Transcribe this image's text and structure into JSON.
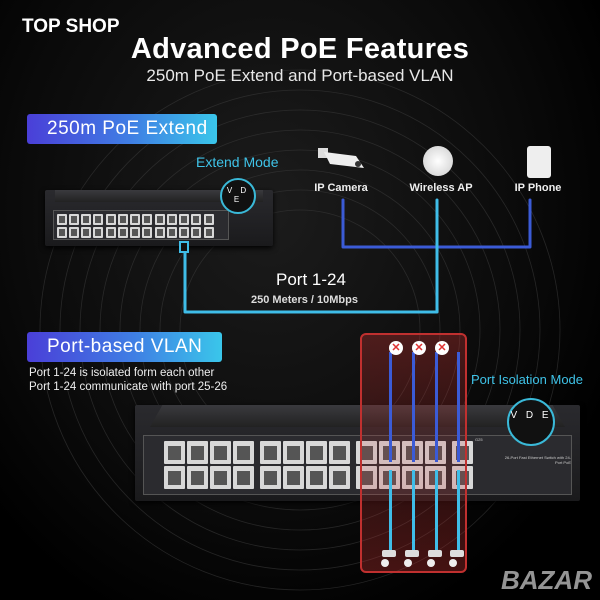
{
  "brand": {
    "shop_name": "TOP SHOP",
    "watermark": "BAZAR"
  },
  "header": {
    "title": "Advanced PoE Features",
    "subtitle": "250m PoE Extend and Port-based VLAN"
  },
  "extend_section": {
    "badge": "250m PoE Extend",
    "mode_label": "Extend Mode",
    "switch_label": "V D E",
    "devices": [
      {
        "label": "IP Camera",
        "icon": "camera-icon"
      },
      {
        "label": "Wireless AP",
        "icon": "access-point-icon"
      },
      {
        "label": "IP Phone",
        "icon": "phone-icon"
      }
    ],
    "port_label": "Port 1-24",
    "distance_label": "250 Meters / 10Mbps"
  },
  "vlan_section": {
    "badge": "Port-based VLAN",
    "lines": [
      "Port 1-24 is isolated form each other",
      "Port 1-24 communicate with port 25-26"
    ],
    "mode_label": "Port Isolation Mode",
    "switch_label": "V D E",
    "panel_text": "26-Port Fast Ethernet Switch with 24-Port PoE",
    "uplink_label": "G25"
  },
  "colors": {
    "accent_cyan": "#3fc3e8",
    "line_blue": "#3b5bd6",
    "isolation_red": "#c0302f"
  }
}
